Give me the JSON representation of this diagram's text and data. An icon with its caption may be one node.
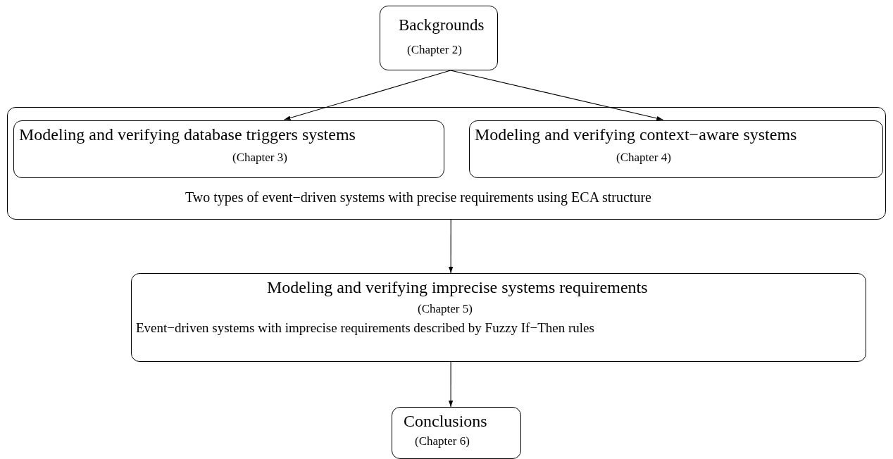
{
  "diagram": {
    "nodes": [
      {
        "text": [
          "Backgrounds",
          "(Chapter 2)"
        ]
      },
      {
        "text": [
          "Two types of event−driven systems with precise requirements using ECA structure"
        ]
      },
      {
        "text": [
          "Modeling and verifying database triggers systems",
          "(Chapter 3)"
        ],
        "in": 1
      },
      {
        "text": [
          "Modeling and verifying context−aware systems",
          "(Chapter 4)"
        ],
        "in": 1
      },
      {
        "text": [
          "Modeling and verifying imprecise systems requirements",
          "(Chapter 5)",
          "Event−driven systems with imprecise requirements described by Fuzzy If−Then rules"
        ]
      },
      {
        "text": [
          "Conclusions",
          "(Chapter 6)"
        ]
      }
    ],
    "edges": [
      {
        "from": 0,
        "to": 2,
        "arrow": "to"
      },
      {
        "from": 0,
        "to": 3,
        "arrow": "to"
      },
      {
        "from": 1,
        "to": 4,
        "arrow": "to"
      },
      {
        "from": 4,
        "to": 5,
        "arrow": "to"
      }
    ]
  }
}
